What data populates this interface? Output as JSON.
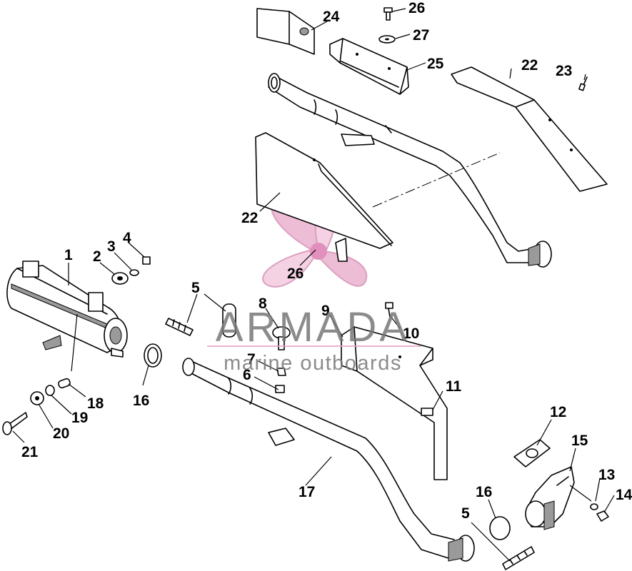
{
  "diagram": {
    "callouts": [
      "1",
      "2",
      "3",
      "4",
      "5",
      "5",
      "6",
      "7",
      "8",
      "9",
      "10",
      "11",
      "12",
      "13",
      "14",
      "15",
      "16",
      "16",
      "17",
      "18",
      "19",
      "20",
      "21",
      "22",
      "22",
      "23",
      "24",
      "25",
      "26",
      "26",
      "27"
    ]
  },
  "watermark": {
    "brand": "ARMADA",
    "tagline": "marine outboards"
  },
  "colors": {
    "watermark_logo": "#e8a6c8",
    "watermark_text": "#777777",
    "line_art": "#000000",
    "background": "#ffffff"
  }
}
